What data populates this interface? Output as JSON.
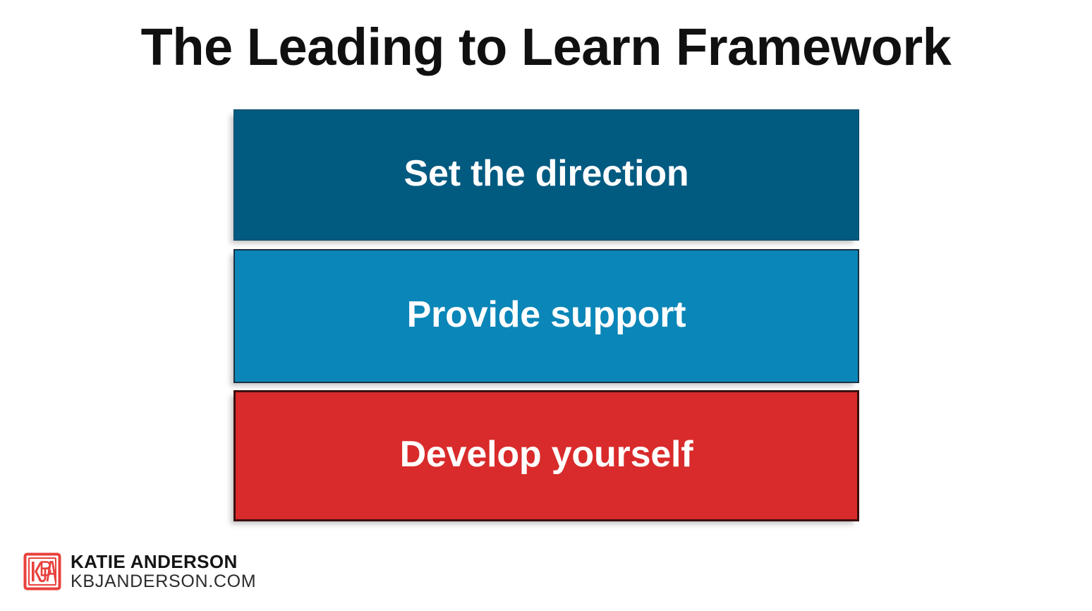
{
  "slide": {
    "title": "The Leading to Learn Framework",
    "background_color": "#FFFFFF",
    "title_color": "#101010"
  },
  "framework": {
    "bands": [
      {
        "label": "Set the direction",
        "fill_color": "#015A80",
        "border_color": "#01455F",
        "text_color": "#FFFFFF"
      },
      {
        "label": "Provide support",
        "fill_color": "#0A86B8",
        "border_color": "#1F3141",
        "text_color": "#FFFFFF"
      },
      {
        "label": "Develop yourself",
        "fill_color": "#D92B2B",
        "border_color": "#3D1010",
        "text_color": "#FFFFFF"
      }
    ]
  },
  "footer": {
    "logo": {
      "mark_letters": "KBJA",
      "mark_icon": "kbja-monogram-icon",
      "mark_color": "#E8413C",
      "name": "KATIE ANDERSON",
      "website": "KBJANDERSON.COM"
    }
  }
}
